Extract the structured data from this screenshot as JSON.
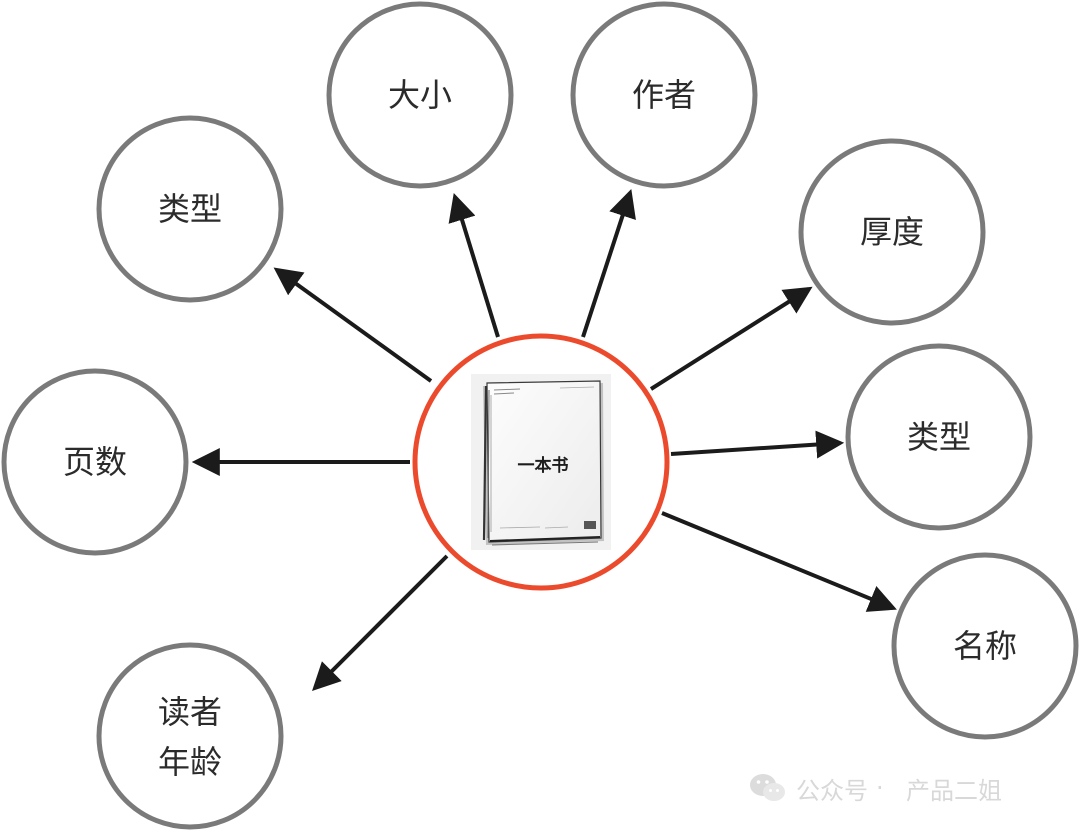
{
  "center": {
    "label": "一本书"
  },
  "nodes": [
    {
      "id": "size",
      "lines": [
        "大小"
      ]
    },
    {
      "id": "author",
      "lines": [
        "作者"
      ]
    },
    {
      "id": "type-top",
      "lines": [
        "类型"
      ]
    },
    {
      "id": "thickness",
      "lines": [
        "厚度"
      ]
    },
    {
      "id": "pages",
      "lines": [
        "页数"
      ]
    },
    {
      "id": "type-right",
      "lines": [
        "类型"
      ]
    },
    {
      "id": "name",
      "lines": [
        "名称"
      ]
    },
    {
      "id": "reader-age",
      "lines": [
        "读者",
        "年龄"
      ]
    }
  ],
  "watermark": {
    "icon": "wechat-icon",
    "account": "公众号",
    "separator": "·",
    "name": "产品二姐"
  },
  "colors": {
    "node_border": "#7a7a7a",
    "center_border": "#ec4a2c",
    "arrow": "#1b1b1b",
    "text": "#2b2b2b"
  }
}
